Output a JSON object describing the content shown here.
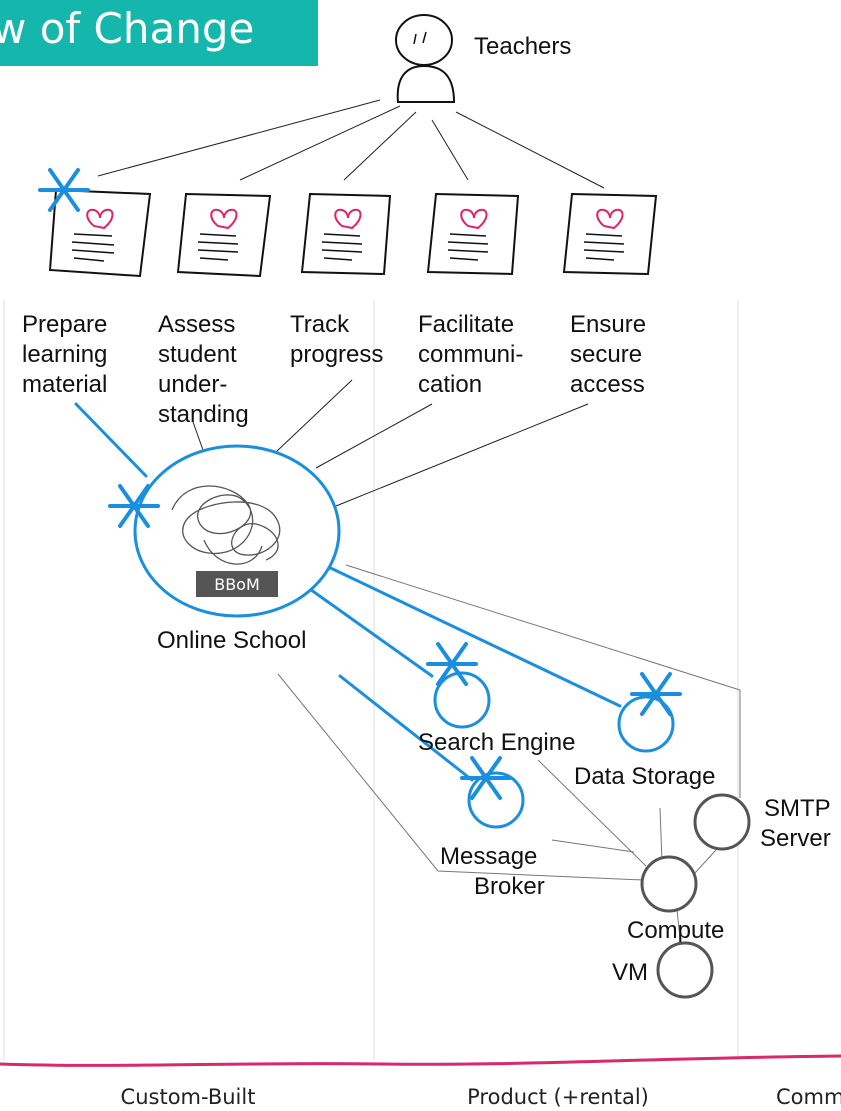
{
  "title": "w of Change",
  "user": {
    "label": "Teachers"
  },
  "needs": [
    {
      "lines": [
        "Prepare",
        "learning",
        "material"
      ]
    },
    {
      "lines": [
        "Assess",
        "student",
        "under-",
        "standing"
      ]
    },
    {
      "lines": [
        "Track",
        "progress"
      ]
    },
    {
      "lines": [
        "Facilitate",
        "communi-",
        "cation"
      ]
    },
    {
      "lines": [
        "Ensure",
        "secure",
        "access"
      ]
    }
  ],
  "components": {
    "online_school": {
      "label": "Online School",
      "badge": "BBoM"
    },
    "search_engine": {
      "label": "Search Engine"
    },
    "data_storage": {
      "label": "Data Storage"
    },
    "message_broker": {
      "lines": [
        "Message",
        "Broker"
      ]
    },
    "smtp_server": {
      "lines": [
        "SMTP",
        "Server"
      ]
    },
    "compute": {
      "label": "Compute"
    },
    "vm": {
      "label": "VM"
    }
  },
  "axis": {
    "stages": [
      "Custom-Built",
      "Product (+rental)",
      "Comm"
    ]
  },
  "colors": {
    "banner": "#15b7ad",
    "highlight": "#1a8fe0",
    "heart": "#e0226b",
    "evolution_line": "#d62a6a",
    "neutral_circle": "#555555"
  }
}
